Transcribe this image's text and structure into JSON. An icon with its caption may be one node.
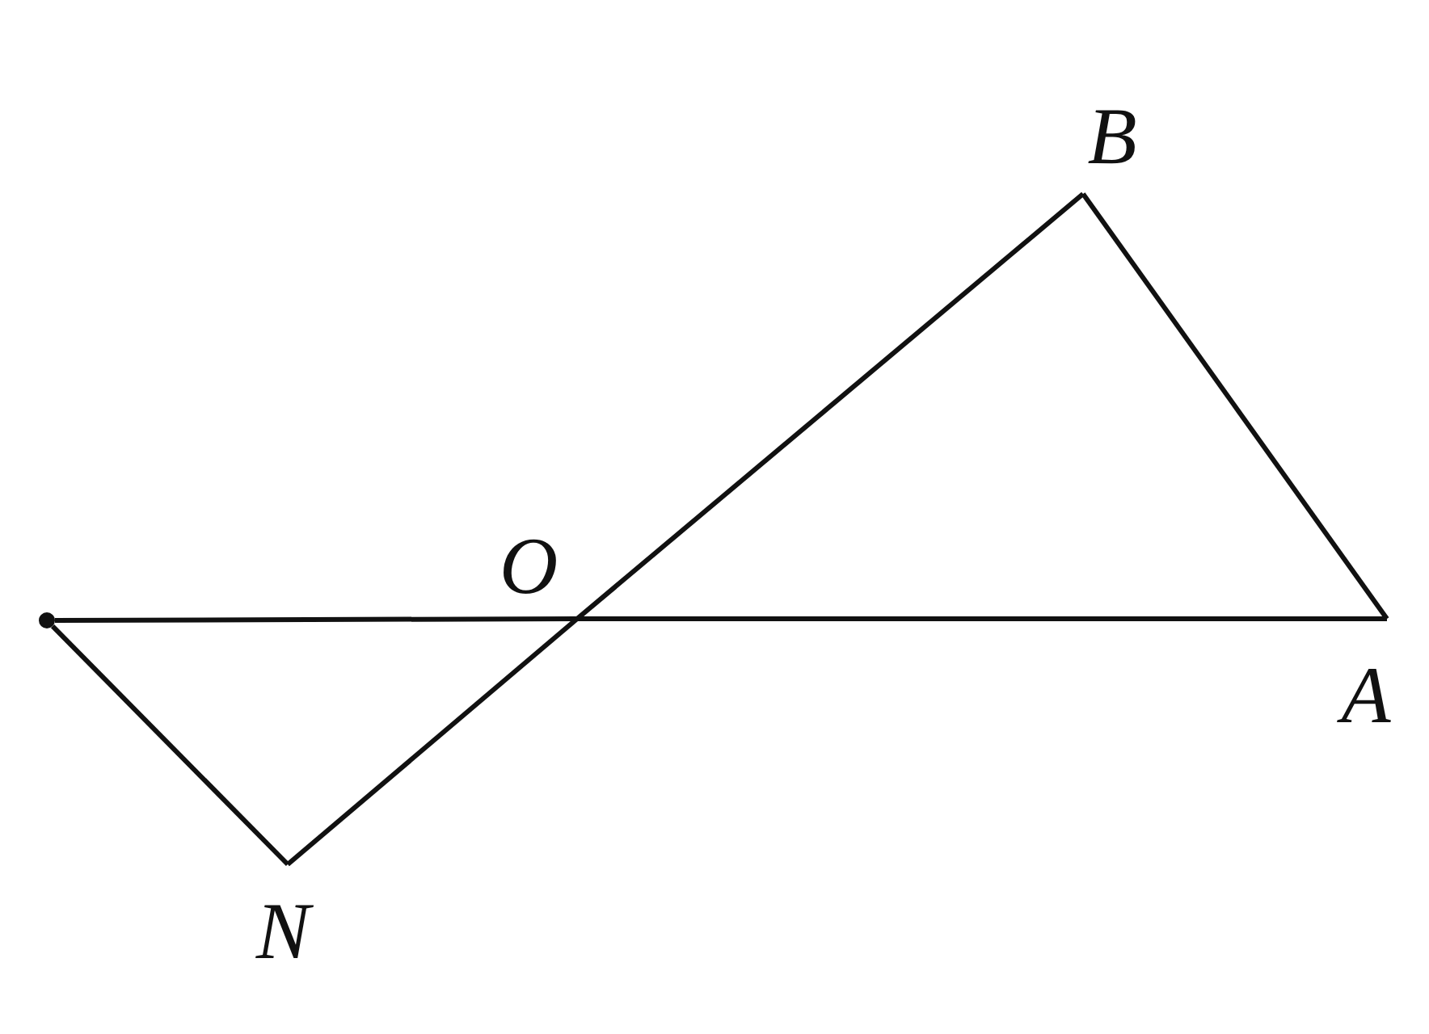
{
  "diagram": {
    "nodes": [
      {
        "text": [
          "B"
        ]
      },
      {
        "text": [
          "O"
        ]
      },
      {
        "text": [
          "A"
        ]
      },
      {
        "text": [
          "N"
        ]
      },
      {
        "text": [],
        "shape": "circle"
      }
    ],
    "edges": [
      {
        "from": 0,
        "to": 2,
        "arrow": "none"
      },
      {
        "from": 0,
        "to": 1,
        "arrow": "none"
      },
      {
        "from": 1,
        "to": 3,
        "arrow": "none"
      },
      {
        "from": 3,
        "to": 4,
        "arrow": "none"
      },
      {
        "from": 4,
        "to": 1,
        "arrow": "none"
      },
      {
        "from": 1,
        "to": 2,
        "arrow": "none"
      }
    ]
  }
}
